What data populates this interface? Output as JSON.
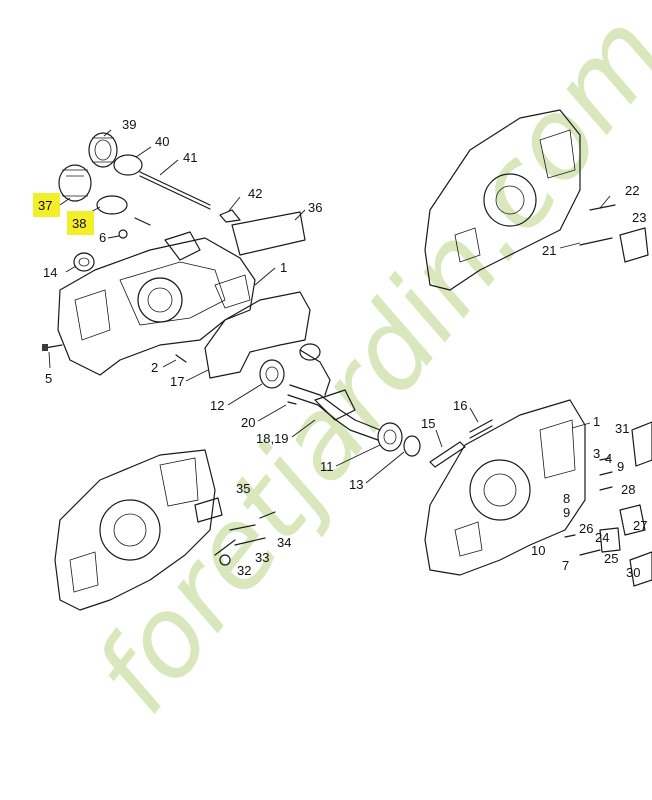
{
  "watermark": {
    "text": "foretjardin.com",
    "color": "#cde0a6",
    "accent": "#f2b45c"
  },
  "highlight_color": "#f3ee2a",
  "callouts": {
    "c39": "39",
    "c40": "40",
    "c41": "41",
    "c37": "37",
    "c38": "38",
    "c42": "42",
    "c36": "36",
    "c6": "6",
    "c14": "14",
    "c1a": "1",
    "c5": "5",
    "c2": "2",
    "c17": "17",
    "c12": "12",
    "c20": "20",
    "c1819": "18,19",
    "c11": "11",
    "c13": "13",
    "c16": "16",
    "c15": "15",
    "c1b": "1",
    "c31": "31",
    "c3": "3",
    "c4": "4",
    "c9": "9",
    "c8": "8",
    "c28": "28",
    "c26": "26",
    "c24": "24",
    "c25": "25",
    "c27": "27",
    "c10": "10",
    "c7": "7",
    "c30": "30",
    "c22": "22",
    "c23": "23",
    "c21": "21",
    "c35": "35",
    "c34": "34",
    "c33": "33",
    "c32": "32"
  }
}
